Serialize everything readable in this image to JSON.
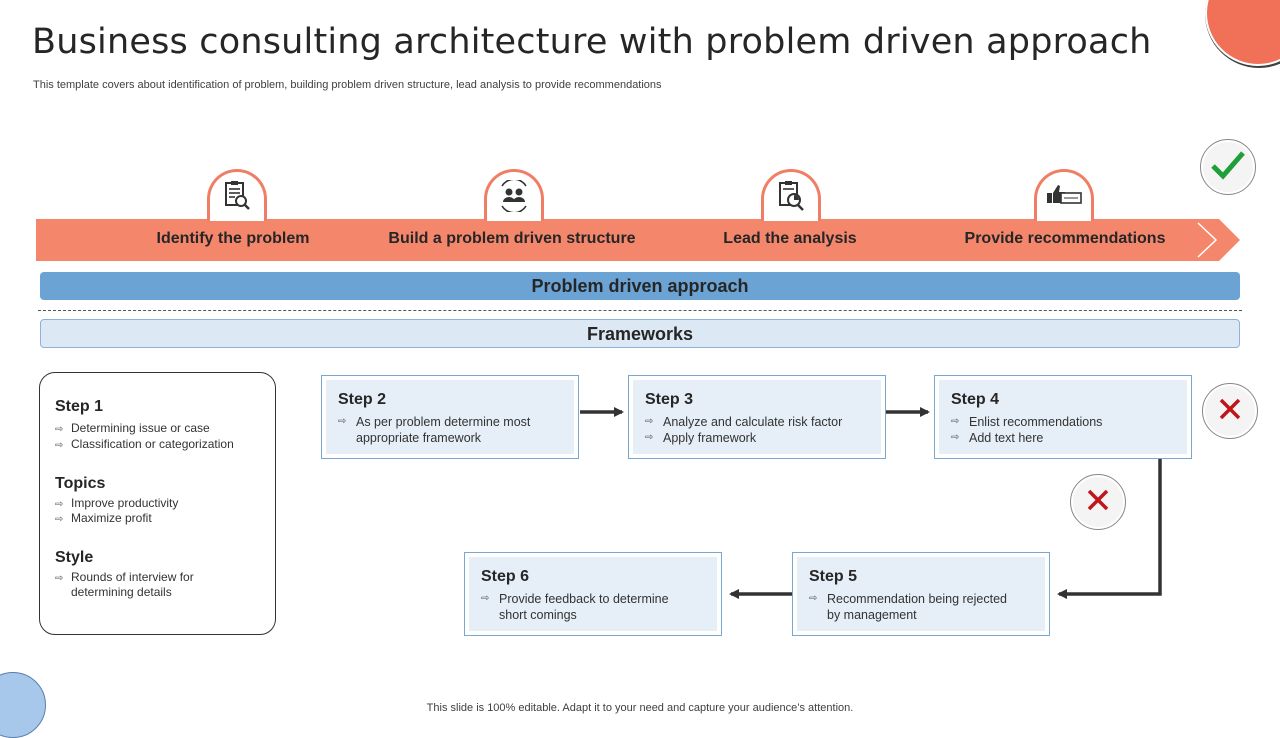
{
  "title": "Business consulting architecture with problem driven approach",
  "subtitle": "This template covers about identification of problem, building problem driven structure, lead analysis to provide recommendations",
  "stages": [
    {
      "label": "Identify the problem",
      "icon": "clipboard-search-icon"
    },
    {
      "label": "Build a problem driven structure",
      "icon": "team-cycle-icon"
    },
    {
      "label": "Lead the analysis",
      "icon": "report-analysis-icon"
    },
    {
      "label": "Provide recommendations",
      "icon": "thumbs-up-recommendation-icon"
    }
  ],
  "approach_label": "Problem driven approach",
  "frameworks_label": "Frameworks",
  "left_panel": {
    "step1_title": "Step 1",
    "step1_items": [
      "Determining issue or case",
      "Classification or categorization"
    ],
    "topics_title": "Topics",
    "topics_items": [
      "Improve productivity",
      "Maximize profit"
    ],
    "style_title": "Style",
    "style_items": [
      "Rounds of interview for",
      "determining details"
    ]
  },
  "steps": [
    {
      "title": "Step 2",
      "lines": [
        "As per problem determine most",
        "appropriate framework"
      ]
    },
    {
      "title": "Step 3",
      "lines": [
        "Analyze and calculate risk factor",
        "Apply framework"
      ]
    },
    {
      "title": "Step 4",
      "lines": [
        "Enlist recommendations",
        "Add text here"
      ]
    },
    {
      "title": "Step 5",
      "lines": [
        "Recommendation being rejected",
        "by management"
      ]
    },
    {
      "title": "Step 6",
      "lines": [
        "Provide feedback to determine",
        "short comings"
      ]
    }
  ],
  "footer": "This slide is 100% editable. Adapt it to your need and capture your audience’s attention.",
  "colors": {
    "accent": "#f07e64",
    "approach": "#6ba3d4",
    "framework": "#dce9f5",
    "check": "#1f9e3a",
    "cross": "#c0151b"
  }
}
